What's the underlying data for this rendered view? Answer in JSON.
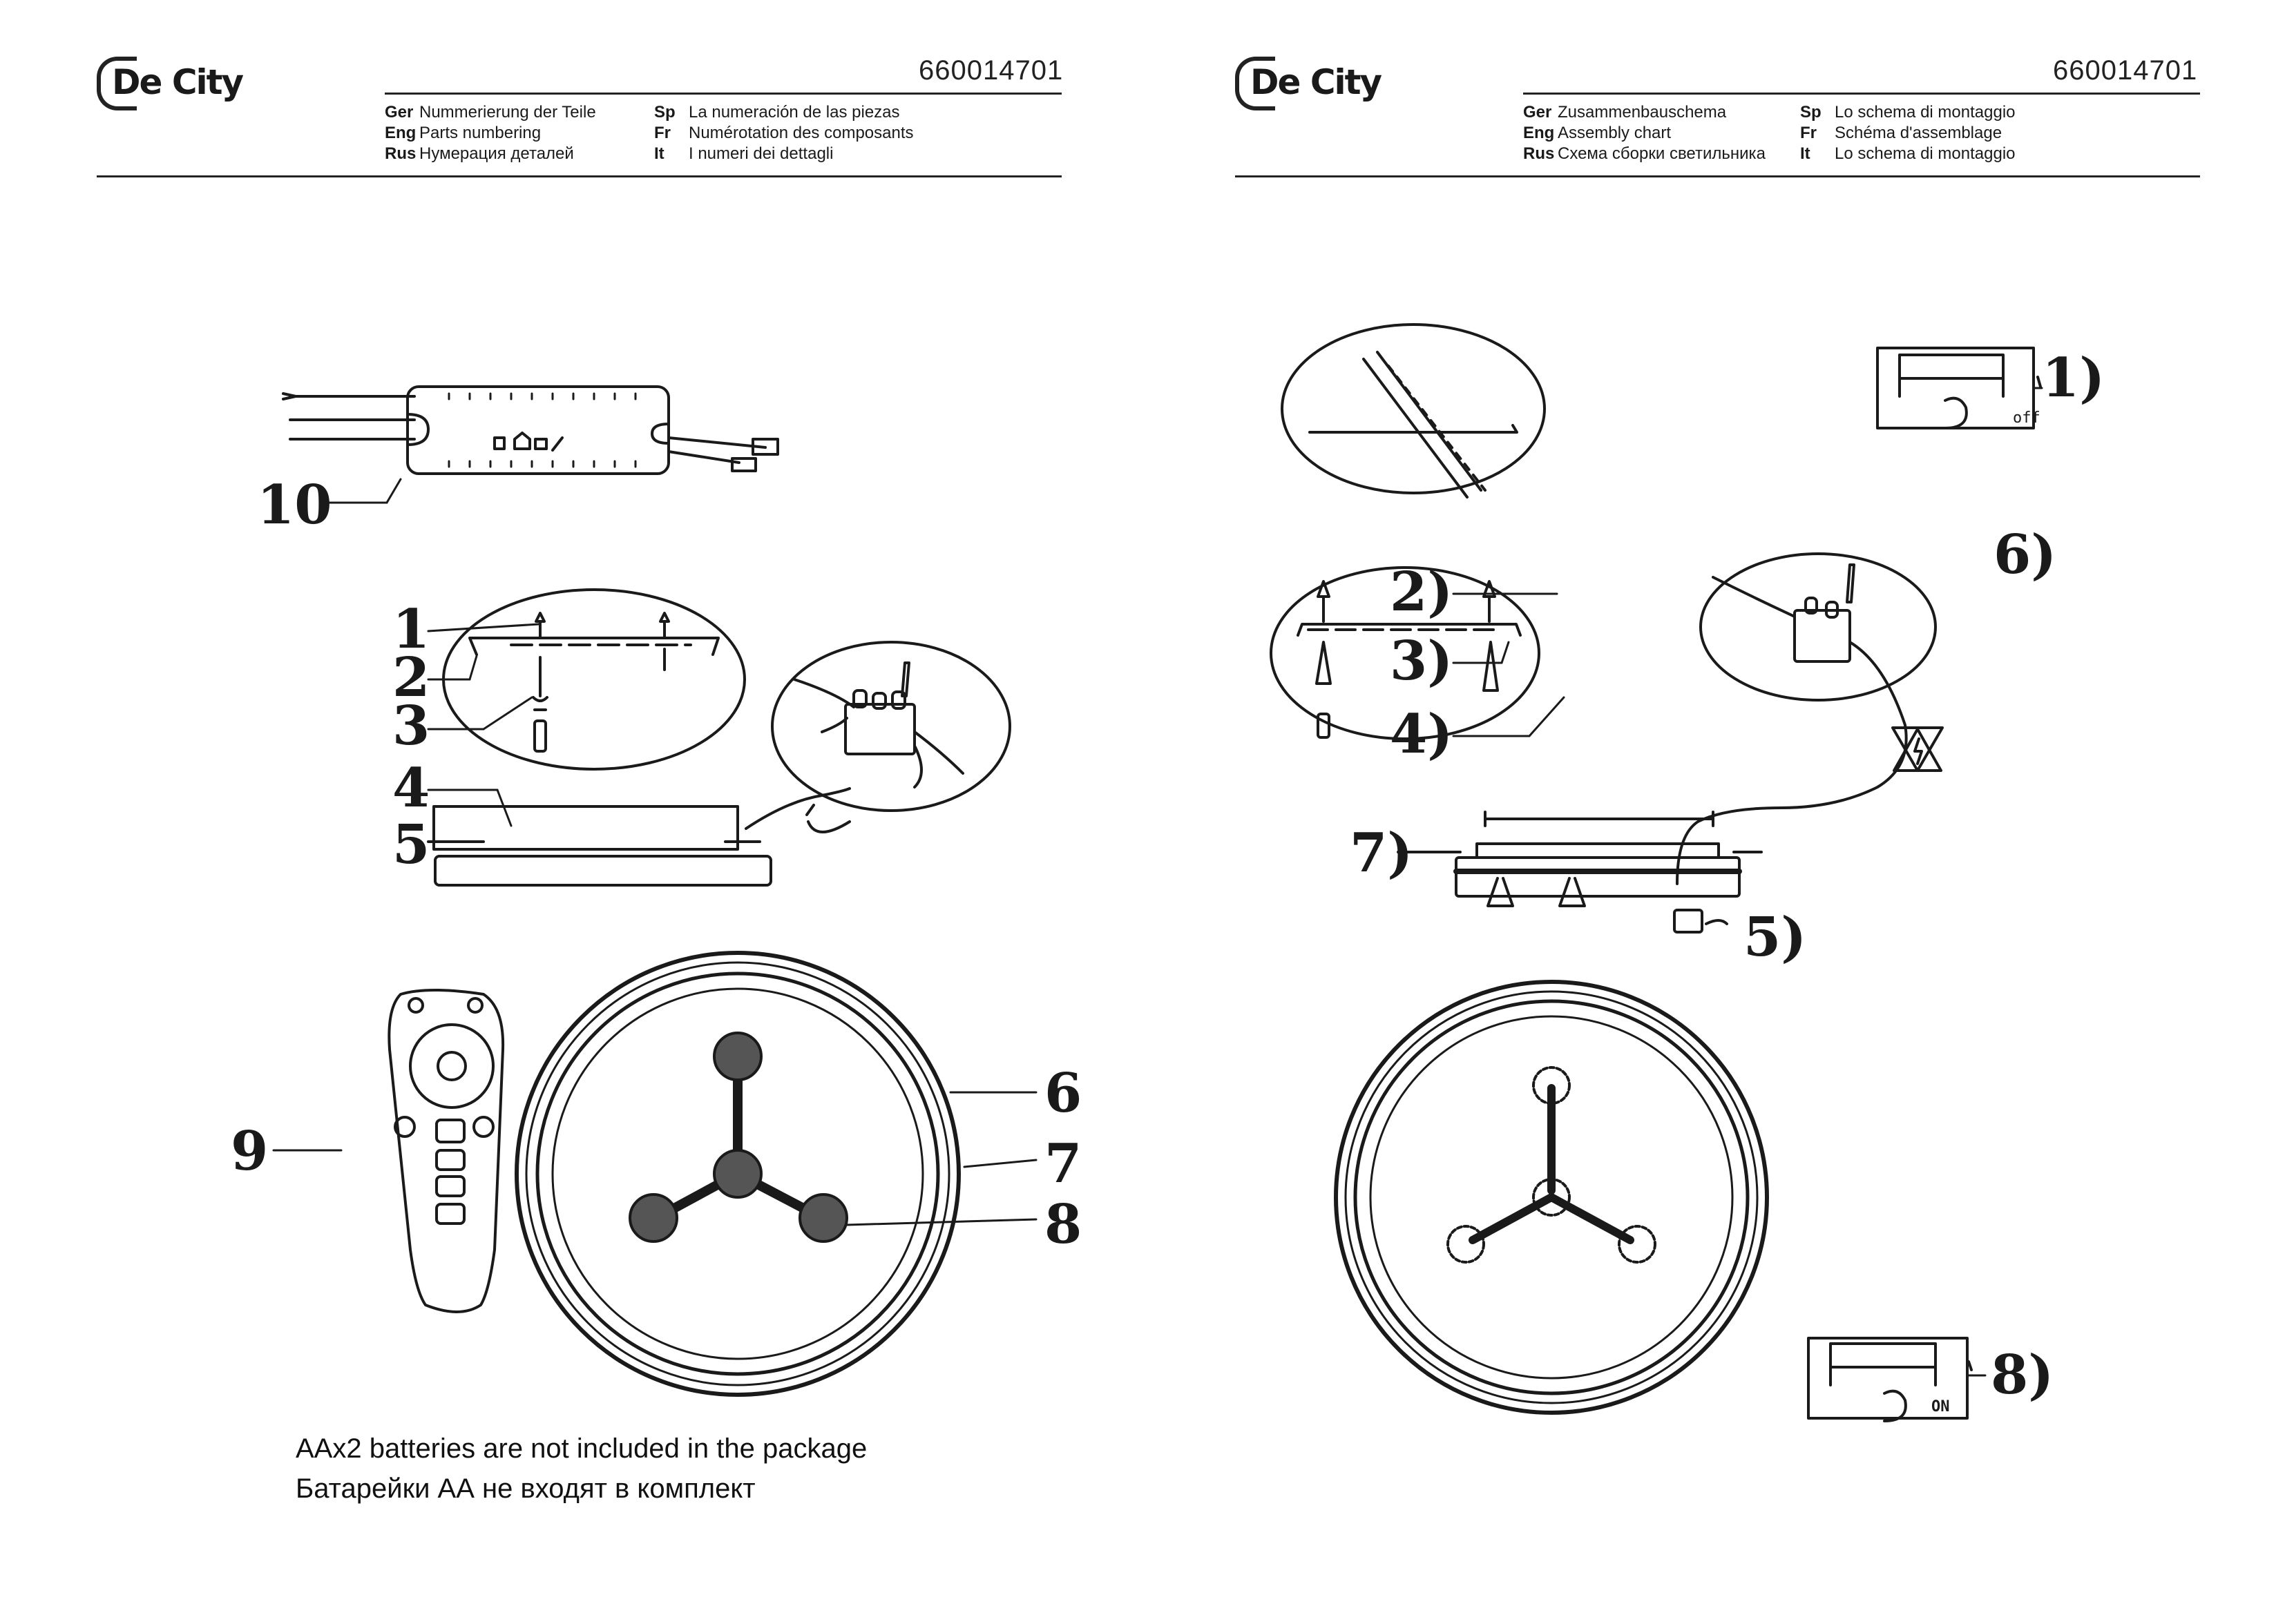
{
  "left_page": {
    "logo": "De City",
    "doc_number": "660014701",
    "header": [
      {
        "code": "Ger",
        "text": "Nummerierung der Teile"
      },
      {
        "code": "Eng",
        "text": "Parts numbering"
      },
      {
        "code": "Rus",
        "text": "Нумерация деталей"
      },
      {
        "code": "Sp",
        "text": "La numeración de las piezas"
      },
      {
        "code": "Fr",
        "text": "Numérotation des composants"
      },
      {
        "code": "It",
        "text": "I numeri dei dettagli"
      }
    ],
    "callouts": [
      "1",
      "2",
      "3",
      "4",
      "5",
      "6",
      "7",
      "8",
      "9",
      "10"
    ],
    "notes": [
      "AAx2 batteries are not included in the package",
      "Батарейки АА не входят в комплект"
    ]
  },
  "right_page": {
    "logo": "De City",
    "doc_number": "660014701",
    "header": [
      {
        "code": "Ger",
        "text": "Zusammenbauschema"
      },
      {
        "code": "Eng",
        "text": "Assembly chart"
      },
      {
        "code": "Rus",
        "text": "Схема сборки светильника"
      },
      {
        "code": "Sp",
        "text": "Lo schema di montaggio"
      },
      {
        "code": "Fr",
        "text": "Schéma d'assemblage"
      },
      {
        "code": "It",
        "text": "Lo schema di montaggio"
      }
    ],
    "callouts": [
      "1)",
      "2)",
      "3)",
      "4)",
      "5)",
      "6)",
      "7)",
      "8)"
    ],
    "switch_off_label": "off",
    "switch_on_label": "ON"
  }
}
